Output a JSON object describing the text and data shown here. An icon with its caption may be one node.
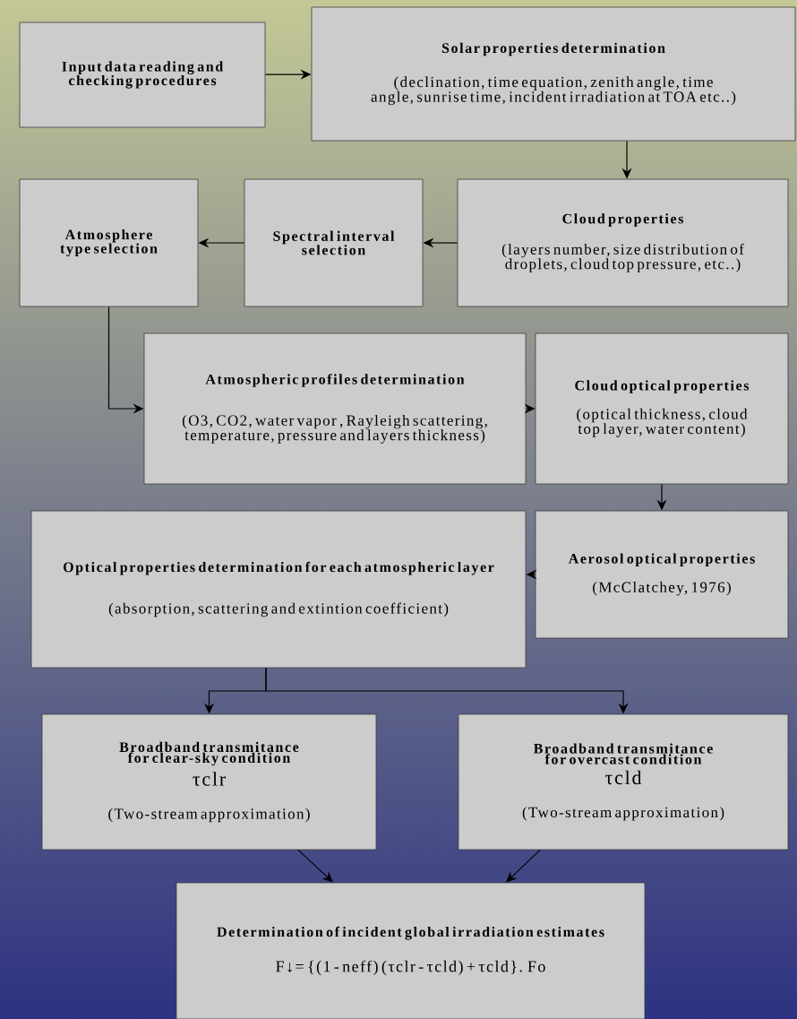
{
  "diagram": {
    "nodes": [
      {
        "text": [
          "Input data reading and checking procedures"
        ]
      },
      {
        "text": [
          "Solar properties determination",
          "(declination, time equation, zenith angle, time angle, sunrise time, incident irradiation at TOA etc..)"
        ]
      },
      {
        "text": [
          "Cloud properties",
          "(layers number,  size distribution of droplets, cloud top pressure, etc..)"
        ]
      },
      {
        "text": [
          "Spectral interval selection"
        ]
      },
      {
        "text": [
          "Atmosphere type selection"
        ]
      },
      {
        "text": [
          "Atmospheric profiles determination",
          "(O3, CO2, water vapor , Rayleigh scattering, temperature, pressure and layers thickness)"
        ]
      },
      {
        "text": [
          "Cloud optical properties",
          "(optical thickness, cloud top layer, water content)"
        ]
      },
      {
        "text": [
          "Aerosol optical properties",
          "(McClatchey, 1976)"
        ]
      },
      {
        "text": [
          "Optical properties determination for each atmospheric layer",
          "(absorption, scattering and  extintion coefficient)"
        ]
      },
      {
        "text": [
          "Broadband transmitance for clear-sky condition",
          "τclr",
          "(Two-stream approximation)"
        ]
      },
      {
        "text": [
          "Broadband transmitance for overcast condition",
          "τcld",
          "(Two-stream approximation)"
        ]
      },
      {
        "text": [
          "Determination of incident global irradiation estimates",
          "F↓= {(1 - neff) (τclr - τcld) + τcld}. Fo"
        ]
      }
    ],
    "edges": [
      {
        "from": 0,
        "to": 1,
        "arrow": "to"
      },
      {
        "from": 1,
        "to": 2,
        "arrow": "to"
      },
      {
        "from": 2,
        "to": 3,
        "arrow": "to"
      },
      {
        "from": 3,
        "to": 4,
        "arrow": "to"
      },
      {
        "from": 4,
        "to": 5,
        "arrow": "to"
      },
      {
        "from": 5,
        "to": 6,
        "arrow": "to"
      },
      {
        "from": 6,
        "to": 7,
        "arrow": "to"
      },
      {
        "from": 7,
        "to": 8,
        "arrow": "to"
      },
      {
        "from": 8,
        "to": 9,
        "arrow": "to"
      },
      {
        "from": 8,
        "to": 10,
        "arrow": "to"
      },
      {
        "from": 9,
        "to": 11,
        "arrow": "to"
      },
      {
        "from": 10,
        "to": 11,
        "arrow": "to"
      }
    ]
  }
}
